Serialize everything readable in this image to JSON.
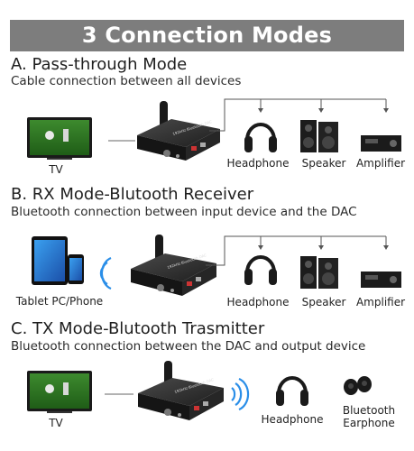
{
  "banner": {
    "title": "3 Connection Modes"
  },
  "modes": [
    {
      "title": "A. Pass-through Mode",
      "subtitle": "Cable connection between all devices",
      "source_label": "TV",
      "outputs": [
        "Headphone",
        "Speaker",
        "Amplifier"
      ],
      "device_text": "192kHz Bluetooth DAC"
    },
    {
      "title": "B. RX Mode-Blutooth Receiver",
      "subtitle": "Bluetooth connection between input device and the DAC",
      "source_label": "Tablet PC/Phone",
      "outputs": [
        "Headphone",
        "Speaker",
        "Amplifier"
      ],
      "device_text": "192kHz Bluetooth DAC"
    },
    {
      "title": "C. TX Mode-Blutooth Trasmitter",
      "subtitle": "Bluetooth connection between the DAC and output device",
      "source_label": "TV",
      "outputs": [
        "Headphone",
        "Bluetooth Earphone"
      ],
      "device_text": "192kHz Bluetooth DAC"
    }
  ],
  "colors": {
    "banner": "#7d7d7d",
    "text": "#222222",
    "bluetooth": "#2a8ee8",
    "device": "#2a2a2a"
  }
}
